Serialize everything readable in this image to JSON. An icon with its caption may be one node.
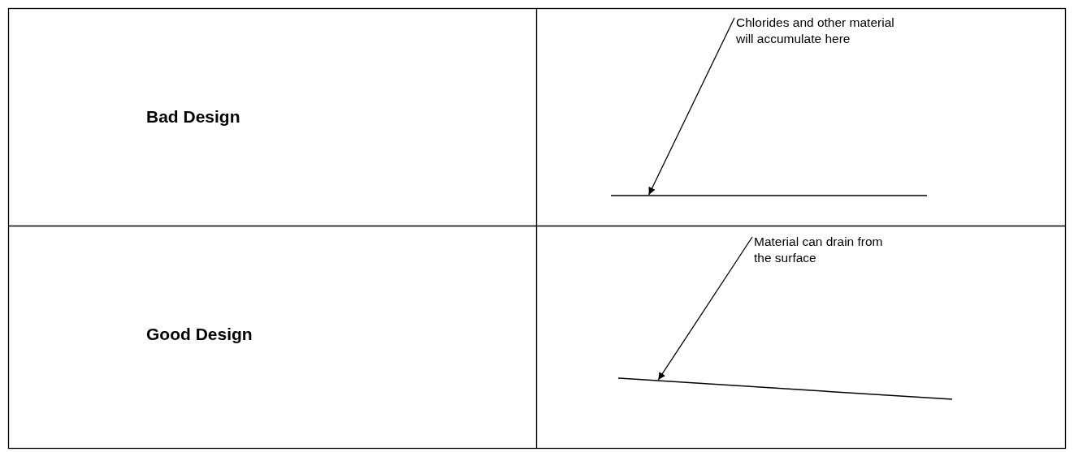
{
  "diagram": {
    "nodes": [
      {
        "text": [
          "Chlorides and other material will accumulate here"
        ]
      },
      {
        "text": [],
        "shape": "line"
      },
      {
        "text": [
          "Material can drain from the surface"
        ]
      },
      {
        "text": [],
        "shape": "line"
      }
    ],
    "edges": [
      {
        "from": 0,
        "to": 1,
        "arrow": "to"
      },
      {
        "from": 2,
        "to": 3,
        "arrow": "to"
      }
    ],
    "labels": [
      "Bad Design",
      "Good Design"
    ]
  }
}
